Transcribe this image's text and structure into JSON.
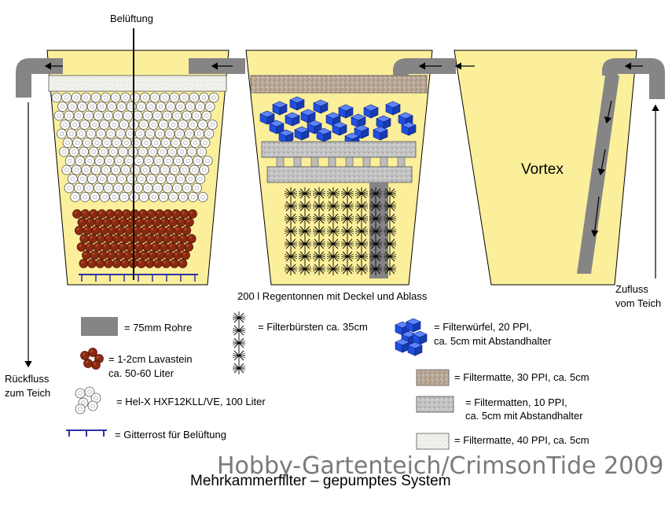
{
  "labels": {
    "aeration": "Belüftung",
    "return_line1": "Rückfluss",
    "return_line2": "zum Teich",
    "inflow_line1": "Zufluss",
    "inflow_line2": "vom Teich",
    "vortex": "Vortex",
    "barrels": "200 l Regentonnen mit Deckel und Ablass",
    "watermark": "Hobby-Gartenteich/CrimsonTide 2009",
    "title": "Mehrkammerfilter – gepumptes System"
  },
  "legend": [
    {
      "key": "pipe",
      "line1": "= 75mm Rohre",
      "line2": ""
    },
    {
      "key": "lava",
      "line1": "= 1-2cm Lavastein",
      "line2": "ca. 50-60 Liter"
    },
    {
      "key": "helix",
      "line1": "= Hel-X HXF12KLL/VE, 100 Liter",
      "line2": ""
    },
    {
      "key": "grid",
      "line1": "= Gitterrost für Belüftung",
      "line2": ""
    },
    {
      "key": "brush",
      "line1": "= Filterbürsten ca. 35cm",
      "line2": ""
    },
    {
      "key": "cube",
      "line1": "= Filterwürfel, 20 PPI,",
      "line2": "ca. 5cm mit Abstandhalter"
    },
    {
      "key": "mat30",
      "line1": "= Filtermatte, 30 PPI, ca. 5cm",
      "line2": ""
    },
    {
      "key": "mat10",
      "line1": "= Filtermatten, 10 PPI,",
      "line2": "ca. 5cm mit Abstandhalter"
    },
    {
      "key": "mat40",
      "line1": "= Filtermatte, 40 PPI, ca. 5cm",
      "line2": ""
    }
  ],
  "colors": {
    "tank": "#fbef9b",
    "pipe": "#858585",
    "lava": "#8a2a10",
    "cube": "#1f4fe0",
    "grid": "#3030a0",
    "mat30": "#b9a99a",
    "mat10": "#bdbdbd",
    "mat40": "#f2f2ee"
  }
}
